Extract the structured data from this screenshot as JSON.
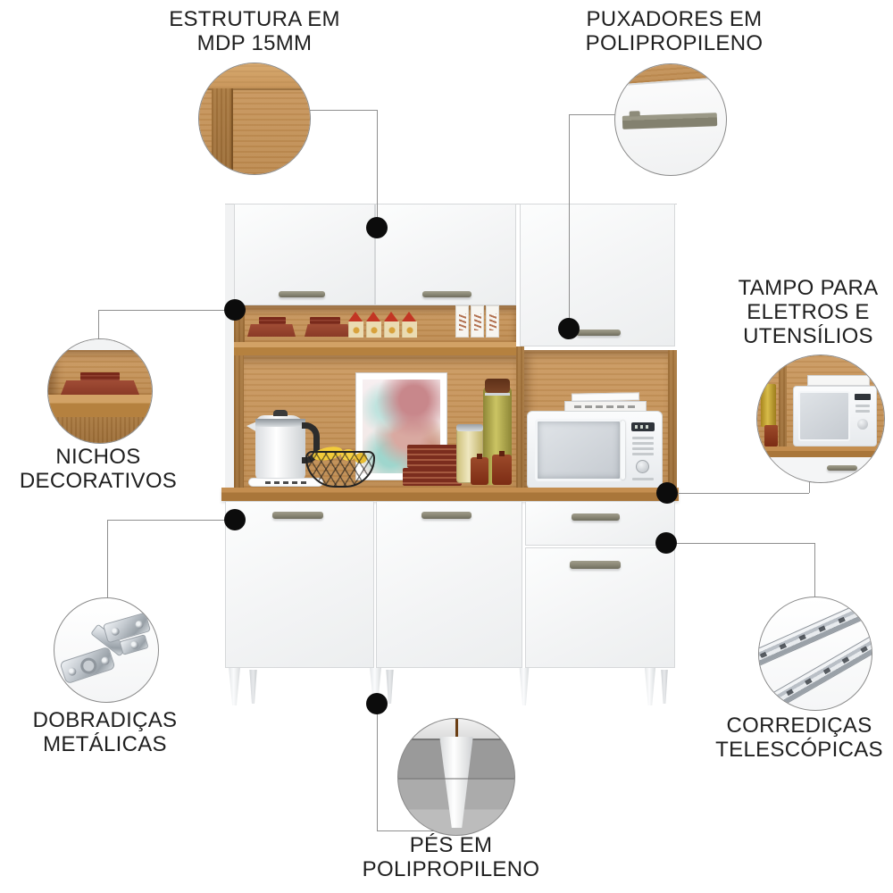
{
  "infographic": {
    "language": "pt-BR",
    "subject": "kitchen-cabinet-feature-infographic",
    "background": "#ffffff",
    "callouts": [
      {
        "id": "estrutura",
        "lines": [
          "ESTRUTURA EM",
          "MDP 15MM"
        ],
        "detail_icon": "wood-grain-photo"
      },
      {
        "id": "puxadores",
        "lines": [
          "PUXADORES EM",
          "POLIPROPILENO"
        ],
        "detail_icon": "door-handle-photo"
      },
      {
        "id": "tampo",
        "lines": [
          "TAMPO PARA",
          "ELETROS E",
          "UTENSÍLIOS"
        ],
        "detail_icon": "microwave-countertop-photo"
      },
      {
        "id": "nichos",
        "lines": [
          "NICHOS",
          "DECORATIVOS"
        ],
        "detail_icon": "decorative-niche-photo"
      },
      {
        "id": "dobradicas",
        "lines": [
          "DOBRADIÇAS",
          "METÁLICAS"
        ],
        "detail_icon": "metal-hinge-photo"
      },
      {
        "id": "corredicas",
        "lines": [
          "CORREDIÇAS",
          "TELESCÓPICAS"
        ],
        "detail_icon": "telescopic-slide-photo"
      },
      {
        "id": "pes",
        "lines": [
          "PÉS EM",
          "POLIPROPILENO"
        ],
        "detail_icon": "plastic-foot-photo"
      }
    ],
    "colors": {
      "text": "#1f1f1f",
      "connector_line": "#8f8f8f",
      "marker_dot": "#0c0c0c",
      "wood": "#c6935a",
      "wood_dark": "#a5783f",
      "panel_white": "#f4f5f6",
      "handle_olive": "#8d8a78",
      "plate_red": "#8a3a27",
      "metal_silver": "#c3c9cf"
    }
  }
}
